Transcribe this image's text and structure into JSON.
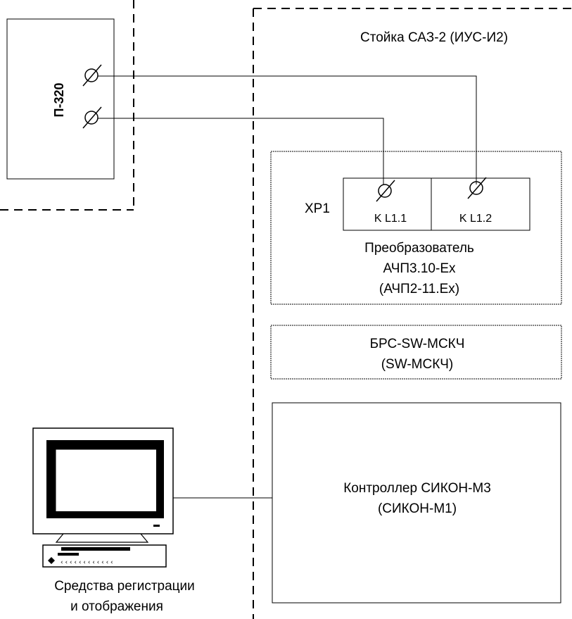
{
  "device_p320": {
    "label": "П-320"
  },
  "rack": {
    "title": "Стойка САЗ-2 (ИУС-И2)"
  },
  "converter": {
    "connector_label": "XP1",
    "terminals": [
      "K L1.1",
      "K L1.2"
    ],
    "name_lines": [
      "Преобразователь",
      "АЧП3.10-Ex",
      "(АЧП2-11.Ex)"
    ]
  },
  "brs": {
    "name_lines": [
      "БРС-SW-МСКЧ",
      "(SW-МСКЧ)"
    ]
  },
  "controller": {
    "name_lines": [
      "Контроллер СИКОН-М3",
      "(СИКОН-М1)"
    ]
  },
  "workstation": {
    "caption_lines": [
      "Средства регистрации",
      "и отображения"
    ],
    "icon": "computer-icon"
  }
}
